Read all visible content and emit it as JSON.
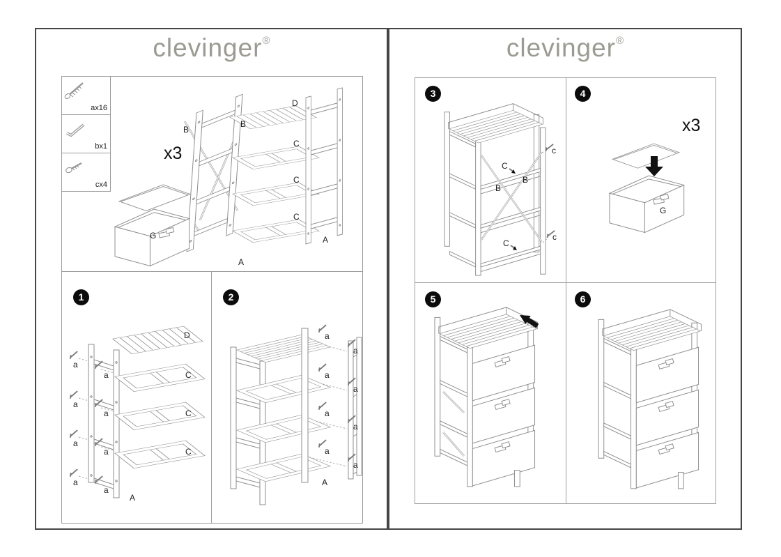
{
  "brand": {
    "name": "clevinger",
    "reg": "®",
    "color": "#9b9b93"
  },
  "left": {
    "hardware": {
      "a": "ax16",
      "b": "bx1",
      "c": "cx4"
    },
    "overview": {
      "qty": "x3",
      "bin": "G",
      "b1": "B",
      "b2": "B",
      "d": "D",
      "c1": "C",
      "c2": "C",
      "c3": "C",
      "a1": "A",
      "a2": "A"
    },
    "step1": {
      "num": "1",
      "screw": "a",
      "d": "D",
      "c1": "C",
      "c2": "C",
      "c3": "C",
      "a_frame": "A"
    },
    "step2": {
      "num": "2",
      "screw": "a",
      "a_frame": "A"
    }
  },
  "right": {
    "step3": {
      "num": "3",
      "c_top": "c",
      "c_bottom": "c",
      "c_in_top": "C",
      "c_in_bottom": "C",
      "b1": "B",
      "b2": "B"
    },
    "step4": {
      "num": "4",
      "qty": "x3",
      "bin": "G"
    },
    "step5": {
      "num": "5"
    },
    "step6": {
      "num": "6"
    }
  }
}
